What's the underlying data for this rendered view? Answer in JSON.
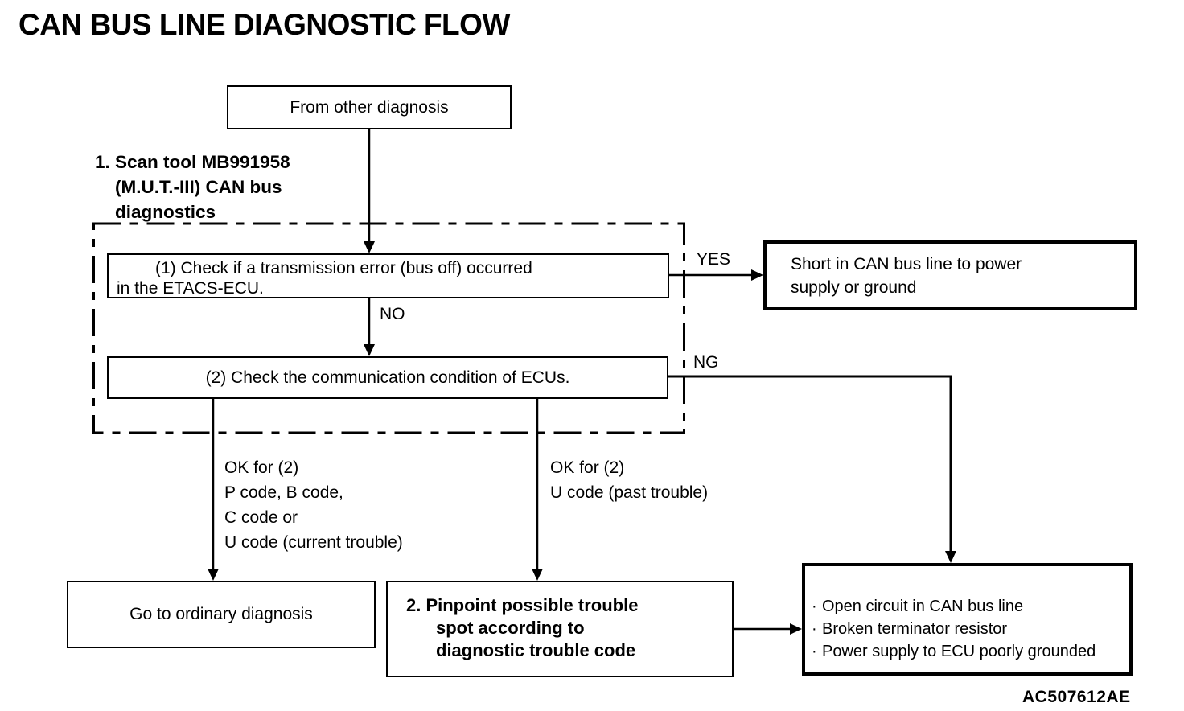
{
  "title": "CAN BUS LINE DIAGNOSTIC FLOW",
  "colors": {
    "ink": "#000000",
    "background": "#ffffff"
  },
  "nodes": {
    "from_other": {
      "text": "From other diagnosis"
    },
    "scan_tool_label": {
      "lines": [
        "1. Scan tool MB991958",
        "(M.U.T.-III) CAN bus",
        "diagnostics"
      ]
    },
    "check_transmission": {
      "line1": "(1) Check if a transmission error (bus off) occurred",
      "line2": "in the ETACS-ECU."
    },
    "check_communication": {
      "text": "(2) Check the communication condition of ECUs."
    },
    "short_in_can": {
      "line1": "Short in CAN bus line to power",
      "line2": "supply or ground"
    },
    "ordinary": {
      "text": "Go to ordinary diagnosis"
    },
    "pinpoint": {
      "lines": [
        "2. Pinpoint possible trouble",
        "spot according to",
        "diagnostic trouble code"
      ]
    },
    "result": {
      "bullet": "·",
      "items": [
        "Open circuit in CAN bus line",
        "Broken terminator resistor",
        "Power supply to ECU poorly grounded"
      ]
    }
  },
  "edge_labels": {
    "yes": "YES",
    "no": "NO",
    "ng": "NG",
    "ok_current": [
      "OK for (2)",
      "P code, B code,",
      "C code or",
      "U code (current trouble)"
    ],
    "ok_past": [
      "OK for (2)",
      "U code (past trouble)"
    ]
  },
  "footer_code": "AC507612AE"
}
